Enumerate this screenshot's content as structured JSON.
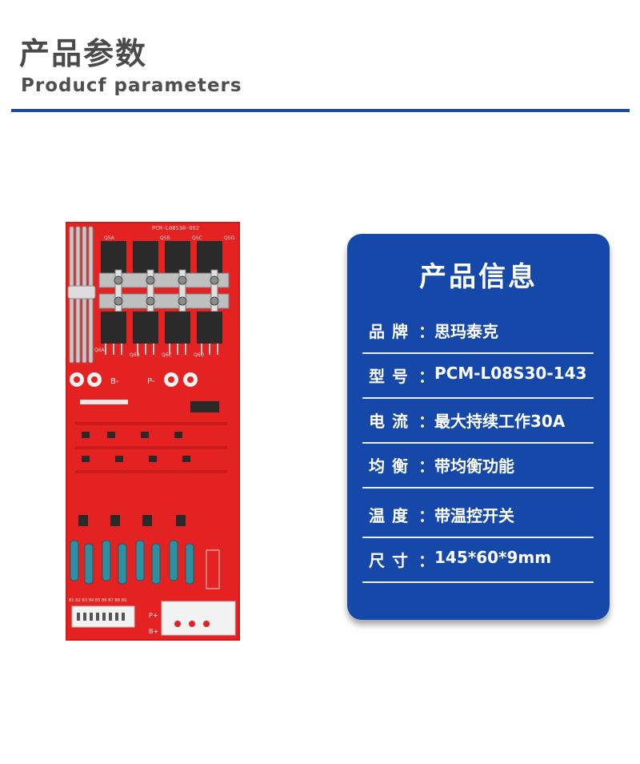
{
  "header": {
    "title_cn": "产品参数",
    "title_en": "Producf  parameters",
    "rule_color": "#1a4aa8"
  },
  "product_image": {
    "pcb_labels": {
      "model": "PCM-L08S30-062",
      "b_minus": "B-",
      "p_minus": "P-",
      "b_plus": "B+",
      "p_plus": "P+",
      "q_top": [
        "Q5A",
        "Q5B",
        "Q5C",
        "Q5D"
      ],
      "q_bottom": [
        "Q6A",
        "Q6B",
        "Q6C",
        "Q6D"
      ],
      "balance_pins": "B1 B2 B3 B4 B5 B6 B7 B8 B9"
    }
  },
  "info_card": {
    "title": "产品信息",
    "background": "#1548a8",
    "rows": [
      {
        "label": "品 牌",
        "value": "思玛泰克"
      },
      {
        "label": "型 号",
        "value": "PCM-L08S30-143"
      },
      {
        "label": "电   流",
        "value": "最大持续工作30A"
      },
      {
        "label": "均   衡",
        "value": "带均衡功能"
      },
      {
        "label": "温   度",
        "value": "带温控开关"
      },
      {
        "label": "尺   寸",
        "value": "145*60*9mm"
      }
    ],
    "colon": "："
  }
}
